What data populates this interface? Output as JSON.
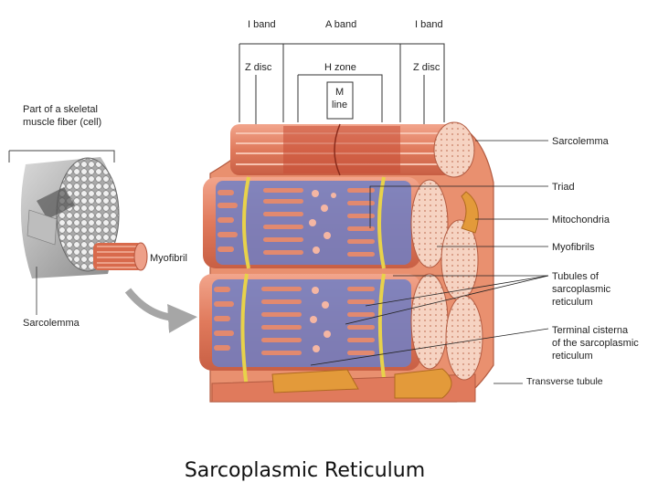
{
  "bands": {
    "i_band_left": "I band",
    "a_band": "A band",
    "i_band_right": "I band"
  },
  "zones": {
    "z_disc_left": "Z disc",
    "h_zone": "H zone",
    "m_line": [
      "M",
      "line"
    ],
    "z_disc_right": "Z disc"
  },
  "left_labels": {
    "muscle_fiber": [
      "Part of a skeletal",
      "muscle fiber (cell)"
    ],
    "myofibril": "Myofibril",
    "sarcolemma": "Sarcolemma"
  },
  "right_labels": {
    "sarcolemma": "Sarcolemma",
    "triad": "Triad",
    "mitochondria": "Mitochondria",
    "myofibrils": "Myofibrils",
    "tubules": [
      "Tubules of",
      "sarcoplasmic",
      "reticulum"
    ],
    "terminal_cisterna": [
      "Terminal cisterna",
      "of the sarcoplasmic",
      "reticulum"
    ],
    "transverse_tubule": "Transverse tubule"
  },
  "caption": "Sarcoplasmic Reticulum",
  "colors": {
    "muscle": "#e07a5c",
    "reticulum": "#6f7fc6",
    "t_tubule": "#e8d24a",
    "fiber_gray": "#9a9a9a"
  }
}
